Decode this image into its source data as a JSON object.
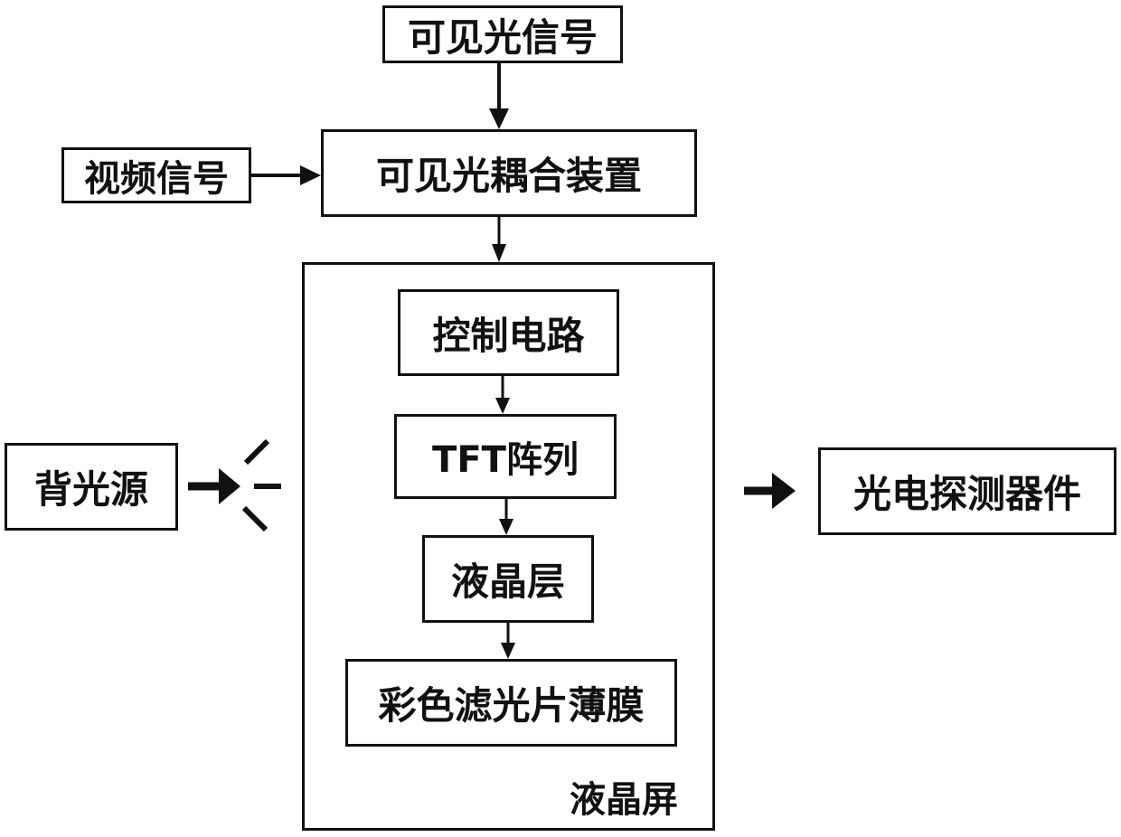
{
  "diagram": {
    "visible_light_signal": "可见光信号",
    "video_signal": "视频信号",
    "coupling_device": "可见光耦合装置",
    "lcd_screen": {
      "label": "液晶屏",
      "control_circuit": "控制电路",
      "tft_array": "TFT阵列",
      "liquid_crystal_layer": "液晶层",
      "color_filter_film": "彩色滤光片薄膜"
    },
    "backlight": "背光源",
    "photodetector": "光电探测器件"
  }
}
